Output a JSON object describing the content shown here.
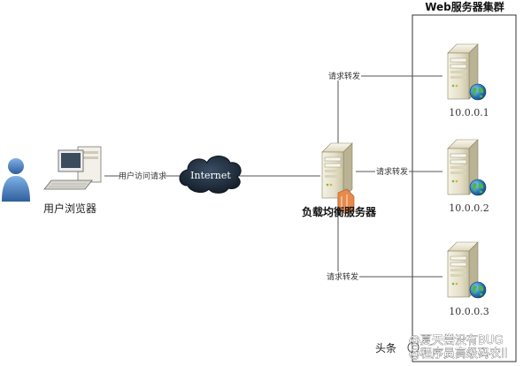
{
  "diagram": {
    "web_cluster_title": "Web服务器集群",
    "user_label": "用户浏览器",
    "user_request_label": "用户访问请求",
    "internet_label": "Internet",
    "load_balancer_label": "负载均衡服务器",
    "forward_labels": [
      "请求转发",
      "请求转发",
      "请求转发"
    ],
    "servers": [
      {
        "ip": "10.0.0.1"
      },
      {
        "ip": "10.0.0.2"
      },
      {
        "ip": "10.0.0.3"
      }
    ]
  },
  "watermark": {
    "prefix": "头条",
    "line1": "@夏天尝没有BUG",
    "line2": "@程序员高级码农II"
  },
  "colors": {
    "line": "#555555",
    "server_body": "#e8e4d2",
    "globe": "#2a7ac0",
    "cloud": "#1e2a38",
    "user": "#4a86c8"
  }
}
